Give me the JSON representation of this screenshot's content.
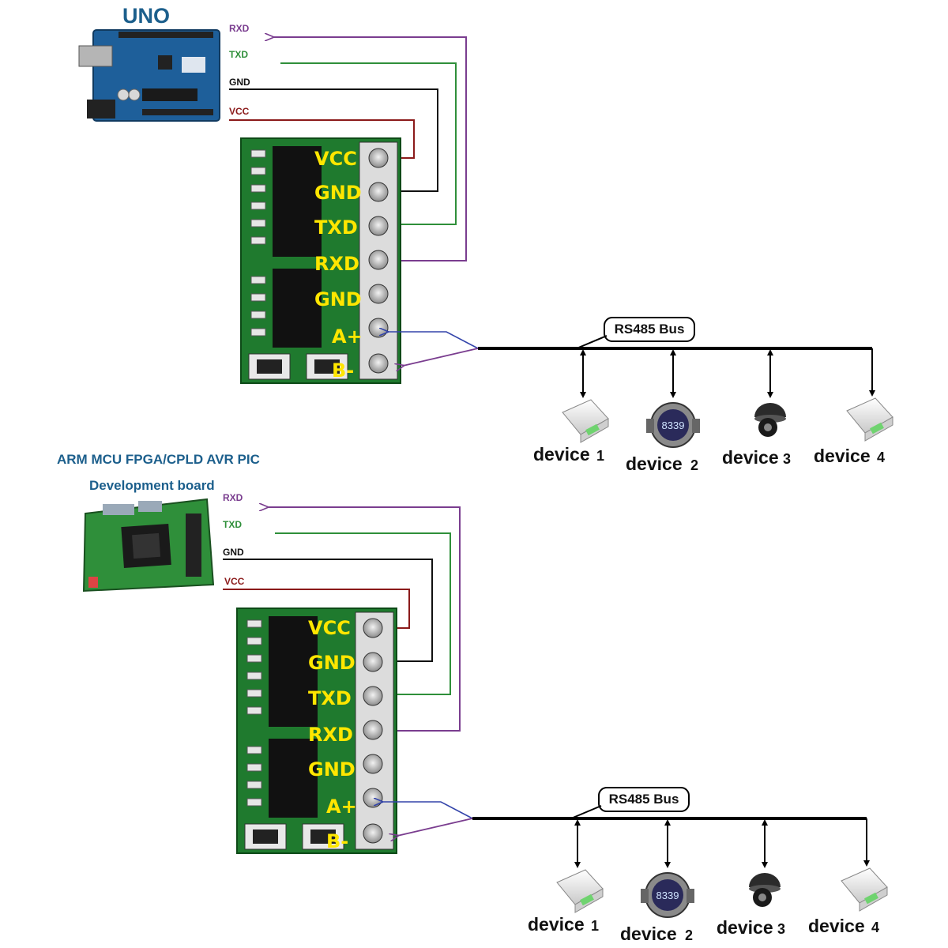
{
  "colors": {
    "rxd": "#7a3d8f",
    "txd": "#2f8f3a",
    "gnd": "#111111",
    "vcc": "#8b1a1a",
    "pin_label": "#ffe600",
    "pcb": "#1f7a2e",
    "uno_blue": "#1c5f8c",
    "bus": "#000000",
    "ab_wire": "#3344aa"
  },
  "top": {
    "board_title": "UNO",
    "wires": {
      "rxd": "RXD",
      "txd": "TXD",
      "gnd": "GND",
      "vcc": "VCC"
    },
    "pins": [
      "VCC",
      "GND",
      "TXD",
      "RXD",
      "GND",
      "A+",
      "B-"
    ],
    "bus_label": "RS485 Bus",
    "devices": [
      {
        "name": "device",
        "num": "1",
        "icon": "scale-icon"
      },
      {
        "name": "device",
        "num": "2",
        "icon": "meter-icon",
        "reading": "8339"
      },
      {
        "name": "device",
        "num": "3",
        "icon": "camera-icon"
      },
      {
        "name": "device",
        "num": "4",
        "icon": "scale-icon"
      }
    ]
  },
  "bottom": {
    "board_title_line1": "ARM MCU FPGA/CPLD AVR PIC",
    "board_title_line2": "Development board",
    "wires": {
      "rxd": "RXD",
      "txd": "TXD",
      "gnd": "GND",
      "vcc": "VCC"
    },
    "pins": [
      "VCC",
      "GND",
      "TXD",
      "RXD",
      "GND",
      "A+",
      "B-"
    ],
    "bus_label": "RS485 Bus",
    "devices": [
      {
        "name": "device",
        "num": "1",
        "icon": "scale-icon"
      },
      {
        "name": "device",
        "num": "2",
        "icon": "meter-icon",
        "reading": "8339"
      },
      {
        "name": "device",
        "num": "3",
        "icon": "camera-icon"
      },
      {
        "name": "device",
        "num": "4",
        "icon": "scale-icon"
      }
    ]
  }
}
